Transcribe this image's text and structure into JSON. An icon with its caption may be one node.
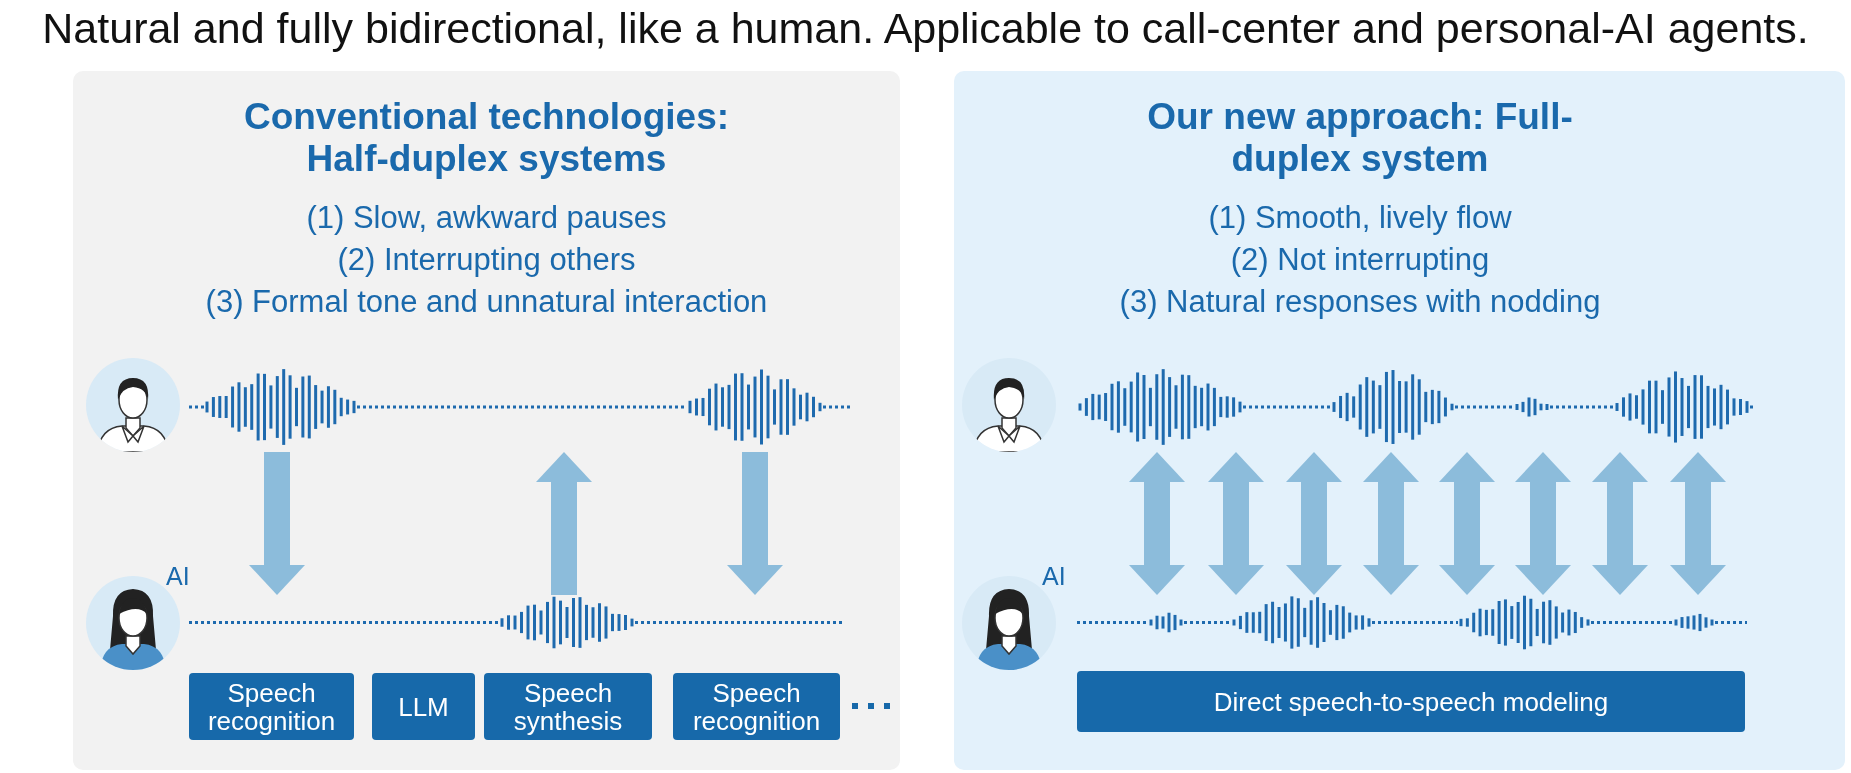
{
  "diagram": {
    "title": "Natural and fully bidirectional, like a human. Applicable to call-center and personal-AI agents.",
    "nodes": [
      {
        "text": [
          "Conventional technologies: Half-duplex systems",
          "(1) Slow, awkward pauses",
          "(2) Interrupting others",
          "(3) Formal tone and unnatural interaction"
        ]
      },
      {
        "text": [],
        "shape": "person",
        "in": 0
      },
      {
        "text": [],
        "shape": "waveform",
        "in": 0
      },
      {
        "text": [],
        "shape": "person",
        "in": 0,
        "beside": [
          "AI"
        ]
      },
      {
        "text": [],
        "shape": "waveform",
        "in": 0
      },
      {
        "text": [
          "Speech recognition"
        ],
        "in": 0
      },
      {
        "text": [
          "LLM"
        ],
        "in": 0
      },
      {
        "text": [
          "Speech synthesis"
        ],
        "in": 0
      },
      {
        "text": [
          "Speech recognition"
        ],
        "in": 0
      },
      {
        "text": [
          "Our new approach: Full-duplex system",
          "(1) Smooth, lively flow",
          "(2) Not interrupting",
          "(3) Natural responses with nodding"
        ]
      },
      {
        "text": [],
        "shape": "person",
        "in": 9
      },
      {
        "text": [],
        "shape": "waveform",
        "in": 9
      },
      {
        "text": [],
        "shape": "person",
        "in": 9,
        "beside": [
          "AI"
        ]
      },
      {
        "text": [],
        "shape": "waveform",
        "in": 9
      },
      {
        "text": [
          "Direct speech-to-speech modeling"
        ],
        "in": 9
      }
    ],
    "edges": [
      {
        "from": 2,
        "to": 4,
        "arrow": "to"
      },
      {
        "from": 4,
        "to": 2,
        "arrow": "to"
      },
      {
        "from": 2,
        "to": 4,
        "arrow": "to"
      },
      {
        "from": 11,
        "to": 13,
        "arrow": "both"
      },
      {
        "from": 11,
        "to": 13,
        "arrow": "both"
      },
      {
        "from": 11,
        "to": 13,
        "arrow": "both"
      },
      {
        "from": 11,
        "to": 13,
        "arrow": "both"
      },
      {
        "from": 11,
        "to": 13,
        "arrow": "both"
      },
      {
        "from": 11,
        "to": 13,
        "arrow": "both"
      },
      {
        "from": 11,
        "to": 13,
        "arrow": "both"
      },
      {
        "from": 11,
        "to": 13,
        "arrow": "both"
      }
    ]
  }
}
